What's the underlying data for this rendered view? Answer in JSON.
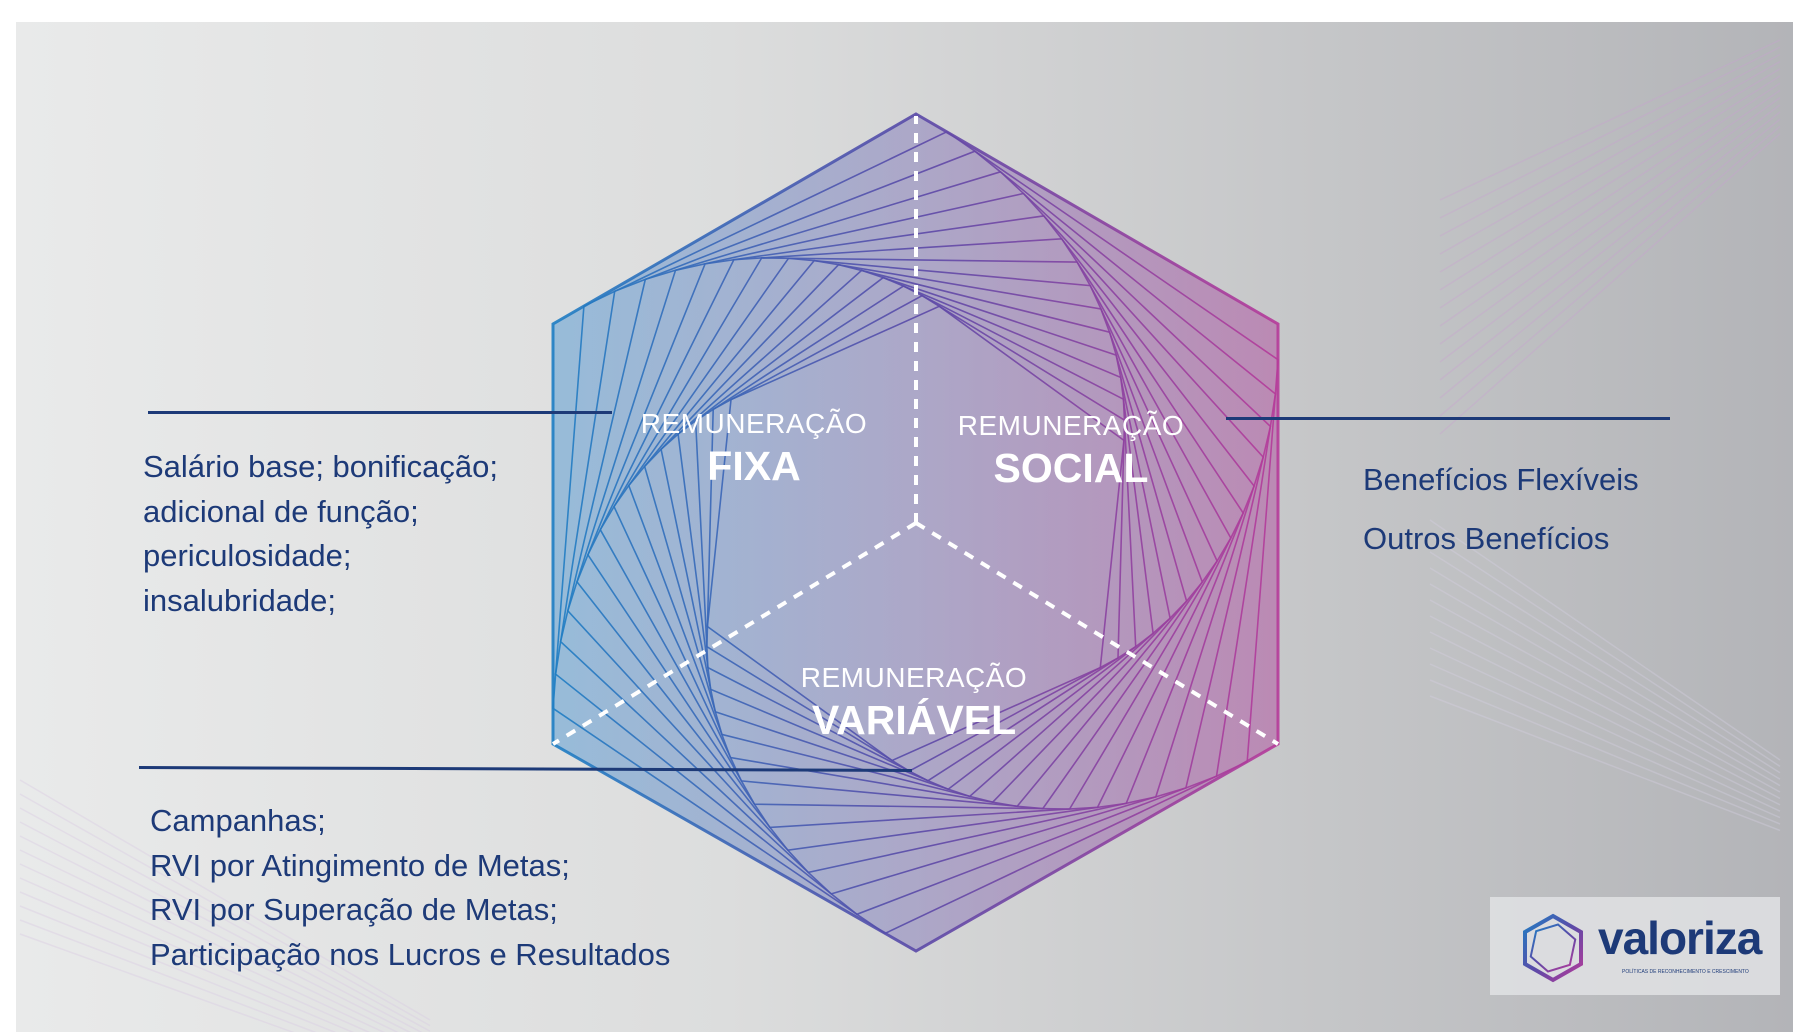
{
  "segments": {
    "fixa": {
      "prefix": "REMUNERAÇÃO",
      "title": "FIXA"
    },
    "social": {
      "prefix": "REMUNERAÇÃO",
      "title": "SOCIAL"
    },
    "variavel": {
      "prefix": "REMUNERAÇÃO",
      "title": "VARIÁVEL"
    }
  },
  "fixa_items": [
    "Salário base; bonificação;",
    "adicional de função;",
    "periculosidade;",
    "insalubridade;"
  ],
  "social_items": [
    "Benefícios Flexíveis",
    "Outros Benefícios"
  ],
  "variavel_items": [
    "Campanhas;",
    "RVI por Atingimento de Metas;",
    "RVI por Superação de Metas;",
    "Participação nos Lucros e Resultados"
  ],
  "logo": {
    "name": "valoriza",
    "tagline": "POLÍTICAS DE RECONHECIMENTO E CRESCIMENTO",
    "icon": "hexagon-logo-icon"
  },
  "colors": {
    "blue": "#1f7fc4",
    "purple": "#5a4aa8",
    "magenta": "#b63b9a",
    "text": "#1d3a78"
  }
}
